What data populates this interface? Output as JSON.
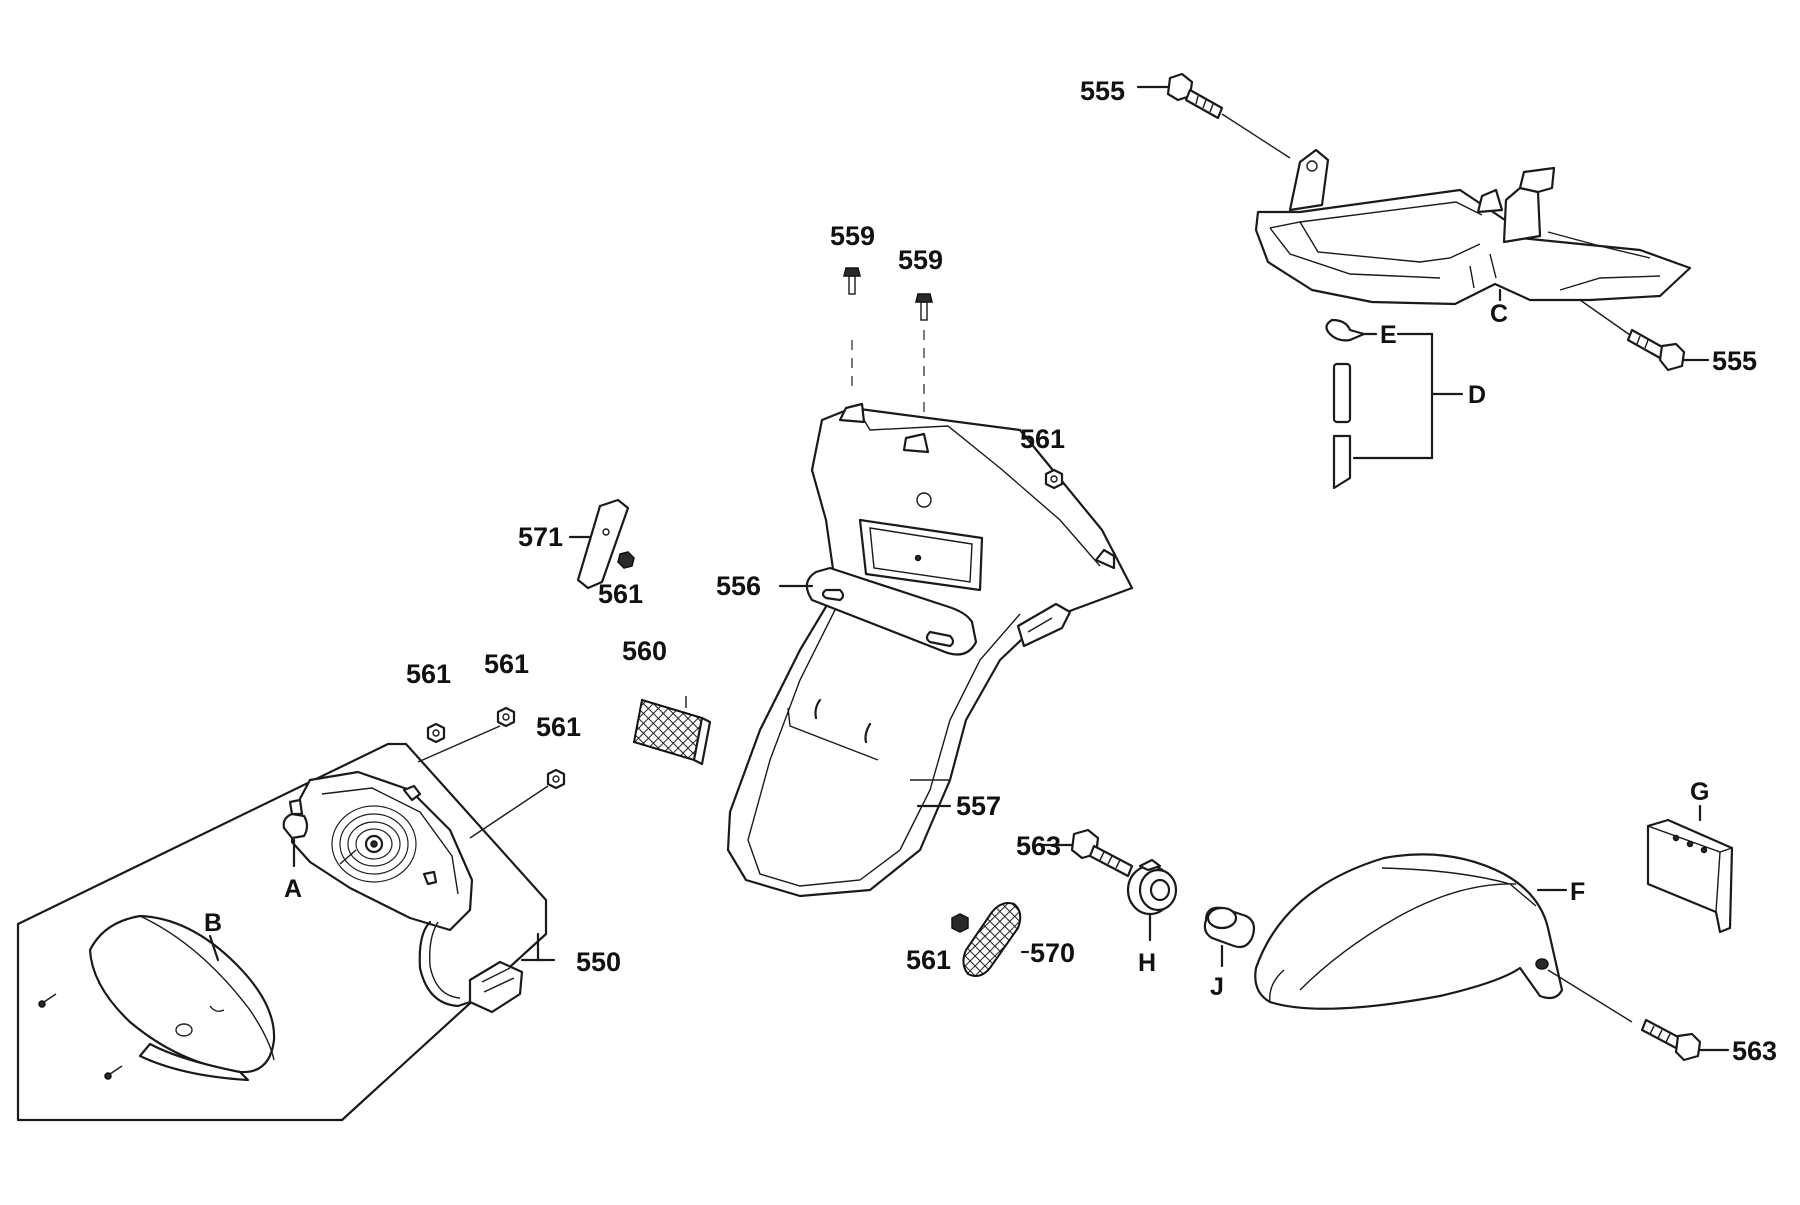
{
  "labels": {
    "p555a": "555",
    "p555b": "555",
    "c": "C",
    "d": "D",
    "e": "E",
    "p559a": "559",
    "p559b": "559",
    "p561_top": "561",
    "p571": "571",
    "p561_571": "561",
    "p556": "556",
    "p560": "560",
    "p561_l1": "561",
    "p561_l2": "561",
    "p561_l3": "561",
    "a": "A",
    "b": "B",
    "p550": "550",
    "p557": "557",
    "p563a": "563",
    "h": "H",
    "j": "J",
    "p561_570": "561",
    "p570": "570",
    "f": "F",
    "g": "G",
    "p563b": "563"
  }
}
